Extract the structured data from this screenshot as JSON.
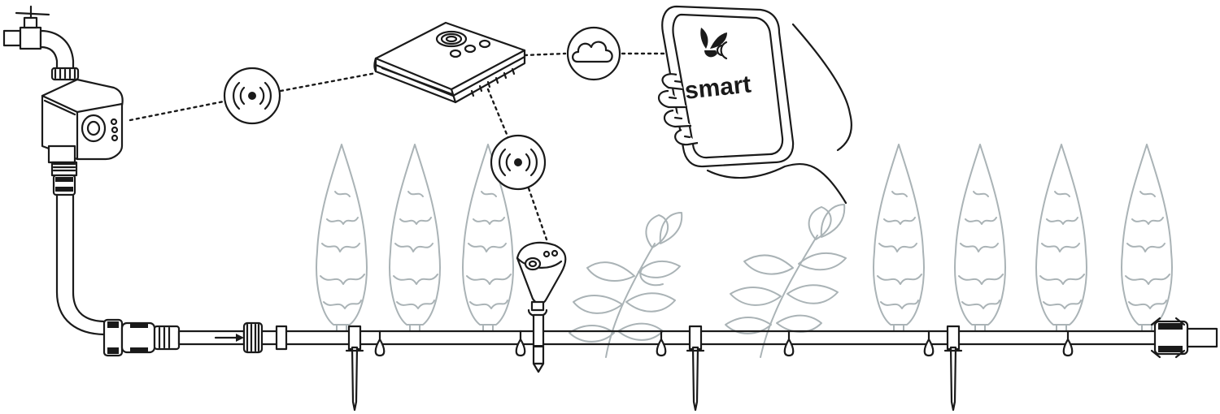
{
  "app": {
    "brand_text": "smart"
  },
  "components": {
    "water_controls": "water-controls",
    "gateway": "gateway",
    "sensor": "sensor",
    "cloud": "cloud-icon",
    "phone": "smartphone"
  },
  "icons": {
    "wireless_left": "wireless-signal-icon",
    "wireless_center": "wireless-signal-icon",
    "cloud": "cloud-icon",
    "drip": "water-drop-icon",
    "flow": "flow-arrow-icon"
  },
  "colors": {
    "ink": "#1a1a1a",
    "plants": "#aab3b6",
    "background": "#ffffff"
  }
}
